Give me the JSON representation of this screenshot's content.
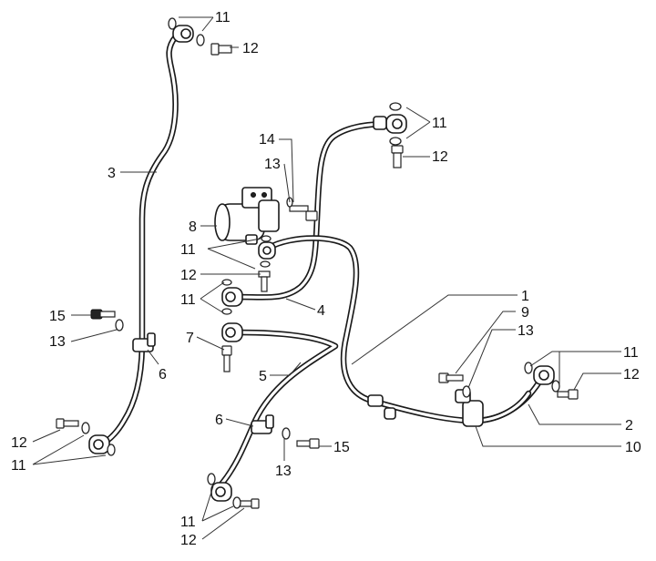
{
  "callouts": [
    {
      "id": "c11-a",
      "text": "11"
    },
    {
      "id": "c12-a",
      "text": "12"
    },
    {
      "id": "c3",
      "text": "3"
    },
    {
      "id": "c14",
      "text": "14"
    },
    {
      "id": "c13-a",
      "text": "13"
    },
    {
      "id": "c11-b",
      "text": "11"
    },
    {
      "id": "c12-b",
      "text": "12"
    },
    {
      "id": "c8",
      "text": "8"
    },
    {
      "id": "c11-c",
      "text": "11"
    },
    {
      "id": "c12-c",
      "text": "12"
    },
    {
      "id": "c11-d",
      "text": "11"
    },
    {
      "id": "c4",
      "text": "4"
    },
    {
      "id": "c15-a",
      "text": "15"
    },
    {
      "id": "c13-b",
      "text": "13"
    },
    {
      "id": "c7",
      "text": "7"
    },
    {
      "id": "c6-a",
      "text": "6"
    },
    {
      "id": "c1",
      "text": "1"
    },
    {
      "id": "c9",
      "text": "9"
    },
    {
      "id": "c13-c",
      "text": "13"
    },
    {
      "id": "c5",
      "text": "5"
    },
    {
      "id": "c11-e",
      "text": "11"
    },
    {
      "id": "c12-d",
      "text": "12"
    },
    {
      "id": "c6-b",
      "text": "6"
    },
    {
      "id": "c15-b",
      "text": "15"
    },
    {
      "id": "c2",
      "text": "2"
    },
    {
      "id": "c12-e",
      "text": "12"
    },
    {
      "id": "c11-f",
      "text": "11"
    },
    {
      "id": "c10",
      "text": "10"
    },
    {
      "id": "c13-d",
      "text": "13"
    },
    {
      "id": "c11-g",
      "text": "11"
    },
    {
      "id": "c12-f",
      "text": "12"
    }
  ]
}
